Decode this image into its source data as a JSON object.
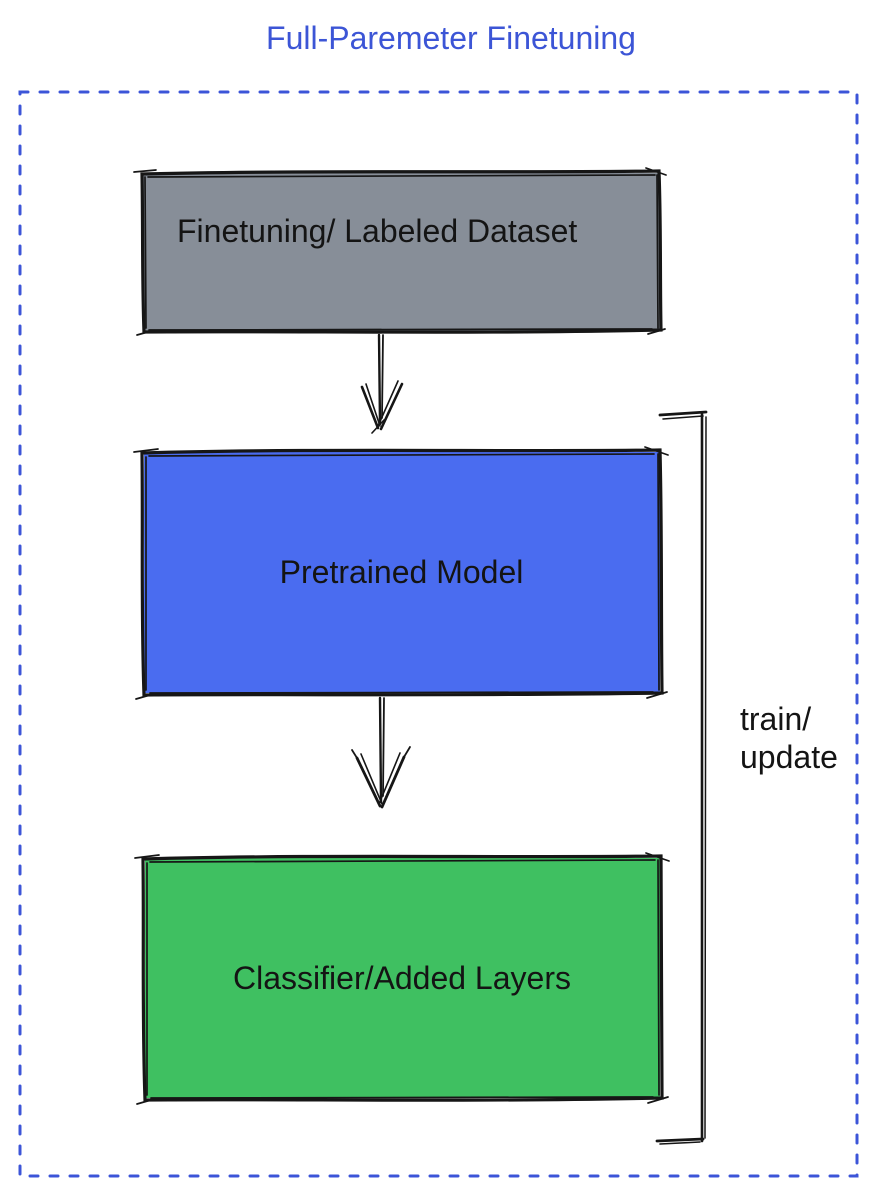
{
  "title": {
    "text": "Full-Paremeter Finetuning",
    "color": "#3C55D6"
  },
  "canvas": {
    "background": "#FFFFFF",
    "outline_color": "#3C55D8",
    "sketch_stroke_color": "#161616",
    "text_color": "#141414"
  },
  "nodes": [
    {
      "id": "finetuning-dataset",
      "label": "Finetuning/ Labeled Dataset",
      "fill": "#878E98",
      "text_align": "left"
    },
    {
      "id": "pretrained-model",
      "label": "Pretrained Model",
      "fill": "#4A6CF0",
      "text_align": "center"
    },
    {
      "id": "classifier-added-layers",
      "label": "Classifier/Added Layers",
      "fill": "#3FC061",
      "text_align": "center"
    }
  ],
  "edges": [
    {
      "type": "arrow-down",
      "from": "finetuning-dataset",
      "to": "pretrained-model"
    },
    {
      "type": "arrow-down",
      "from": "pretrained-model",
      "to": "classifier-added-layers"
    },
    {
      "type": "bracket-right",
      "spans": "pretrained-model, classifier-added-layers",
      "label_line1": "train/",
      "label_line2": "update"
    }
  ]
}
